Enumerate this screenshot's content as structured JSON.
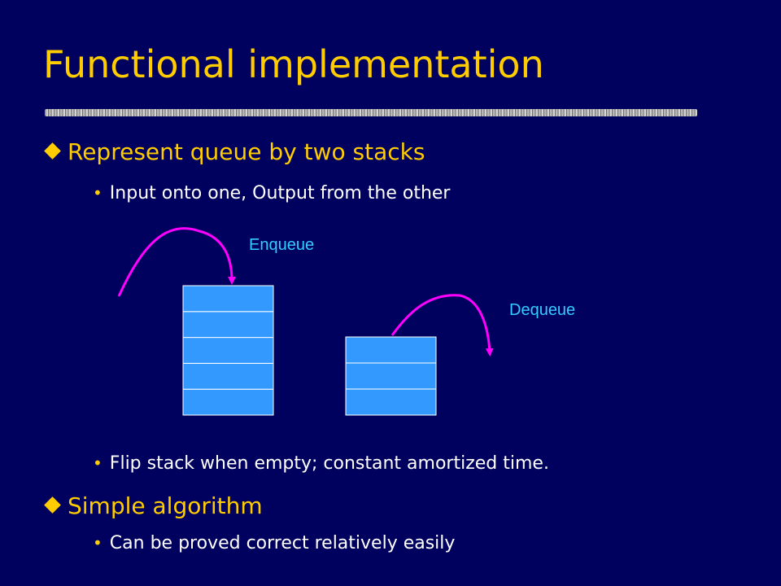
{
  "slide": {
    "title": "Functional implementation",
    "bullets": [
      {
        "text": "Represent queue by two stacks",
        "sub": [
          "Input onto one, Output from the other"
        ]
      },
      {
        "text": "Flip stack when empty; constant amortized time."
      },
      {
        "text": "Simple algorithm",
        "sub": [
          "Can be proved correct relatively easily"
        ]
      }
    ],
    "diagram": {
      "enqueue_label": "Enqueue",
      "dequeue_label": "Dequeue",
      "input_stack_slots": 5,
      "output_stack_slots": 3
    }
  },
  "colors": {
    "background": "#00005e",
    "title": "#ffcc00",
    "body_text": "#ffffff",
    "stack_fill": "#3399ff",
    "arrow": "#ff00ff",
    "diagram_label": "#33ccff"
  },
  "icons": {
    "level1_bullet": "diamond-bullet-icon",
    "level2_bullet": "dot-bullet-icon"
  }
}
